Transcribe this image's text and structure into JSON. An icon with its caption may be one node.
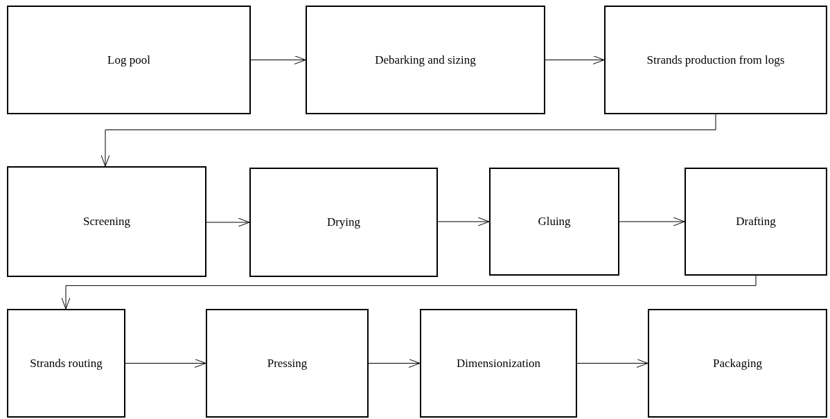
{
  "diagram": {
    "nodes": [
      {
        "text": [
          "Log pool"
        ]
      },
      {
        "text": [
          "Debarking and sizing"
        ]
      },
      {
        "text": [
          "Strands production from logs"
        ]
      },
      {
        "text": [
          "Screening"
        ]
      },
      {
        "text": [
          "Drying"
        ]
      },
      {
        "text": [
          "Gluing"
        ]
      },
      {
        "text": [
          "Drafting"
        ]
      },
      {
        "text": [
          "Strands routing"
        ]
      },
      {
        "text": [
          "Pressing"
        ]
      },
      {
        "text": [
          "Dimensionization"
        ]
      },
      {
        "text": [
          "Packaging"
        ]
      }
    ],
    "edges": [
      {
        "from": 0,
        "to": 1,
        "arrow": "to"
      },
      {
        "from": 1,
        "to": 2,
        "arrow": "to"
      },
      {
        "from": 2,
        "to": 3,
        "arrow": "to"
      },
      {
        "from": 3,
        "to": 4,
        "arrow": "to"
      },
      {
        "from": 4,
        "to": 5,
        "arrow": "to"
      },
      {
        "from": 5,
        "to": 6,
        "arrow": "to"
      },
      {
        "from": 6,
        "to": 7,
        "arrow": "to"
      },
      {
        "from": 7,
        "to": 8,
        "arrow": "to"
      },
      {
        "from": 8,
        "to": 9,
        "arrow": "to"
      },
      {
        "from": 9,
        "to": 10,
        "arrow": "to"
      }
    ]
  }
}
